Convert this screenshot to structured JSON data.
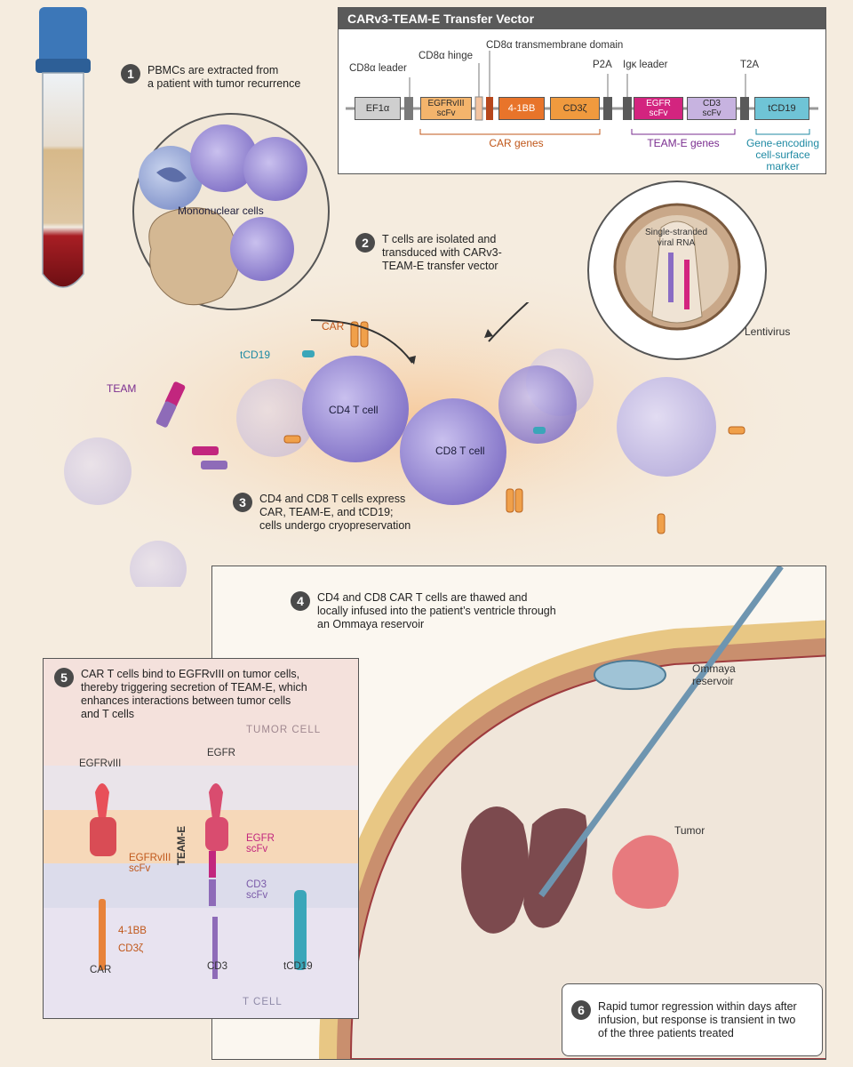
{
  "steps": [
    {
      "num": "1",
      "text": "PBMCs are extracted from\na patient with tumor recurrence"
    },
    {
      "num": "2",
      "text": "T cells are isolated and\ntransduced with CARv3-\nTEAM-E transfer vector"
    },
    {
      "num": "3",
      "text": "CD4 and CD8 T cells express\nCAR, TEAM-E, and tCD19;\ncells undergo cryopreservation"
    },
    {
      "num": "4",
      "text": "CD4 and CD8 CAR T cells are thawed and\nlocally infused into the patient’s ventricle through\nan Ommaya reservoir"
    },
    {
      "num": "5",
      "text": "CAR T cells bind to EGFRvIII on tumor cells,\nthereby triggering secretion of TEAM-E, which\nenhances interactions between tumor cells\nand T cells"
    },
    {
      "num": "6",
      "text": "Rapid tumor regression within days after\ninfusion, but response is transient in two\nof the three patients treated"
    }
  ],
  "vector": {
    "title": "CARv3-TEAM-E Transfer Vector",
    "labels": {
      "cd8_leader": "CD8α leader",
      "cd8_hinge": "CD8α hinge",
      "cd8_tm": "CD8α transmembrane domain",
      "p2a": "P2A",
      "igk": "Igκ leader",
      "t2a": "T2A"
    },
    "segments": {
      "ef1a": "EF1α",
      "egfrviii_scfv": "EGFRvIII\nscFv",
      "b41bb": "4-1BB",
      "cd3z": "CD3ζ",
      "egfr_scfv": "EGFR\nscFv",
      "cd3_scfv": "CD3\nscFv",
      "tcd19": "tCD19"
    },
    "groups": {
      "car_genes": "CAR genes",
      "team_genes": "TEAM-E genes",
      "marker": "Gene-encoding\ncell-surface\nmarker"
    }
  },
  "labels": {
    "mononuclear": "Mononuclear cells",
    "viral_rna": "Single-stranded\nviral RNA",
    "lentivirus": "Lentivirus",
    "car": "CAR",
    "tcd19": "tCD19",
    "team": "TEAM",
    "cd4": "CD4 T cell",
    "cd8": "CD8 T cell",
    "ommaya": "Ommaya\nreservoir",
    "tumor": "Tumor"
  },
  "mechanism": {
    "tumor_cell": "TUMOR CELL",
    "t_cell": "T CELL",
    "egfrviii": "EGFRvIII",
    "egfr": "EGFR",
    "team_e": "TEAM-E",
    "egfrviii_scfv": "EGFRvIII\nscFv",
    "b41bb": "4-1BB",
    "cd3z": "CD3ζ",
    "car": "CAR",
    "egfr_scfv": "EGFR\nscFv",
    "cd3_scfv": "CD3\nscFv",
    "cd3": "CD3",
    "tcd19": "tCD19"
  },
  "colors": {
    "orange": "#e8833a",
    "magenta": "#c2267e",
    "purple": "#8e6bb8",
    "teal": "#3aa6b9",
    "car_text": "#c0571a",
    "team_text": "#7a2d8f",
    "marker_text": "#1f8aa3"
  }
}
